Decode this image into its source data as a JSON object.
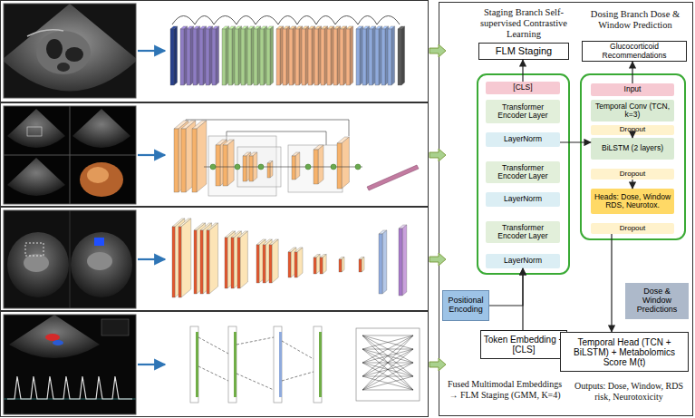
{
  "diagram": {
    "nodes": [
      {
        "text": [
          "FLM Staging"
        ]
      },
      {
        "text": [
          "Glucocorticoid Recommendations"
        ]
      },
      {
        "text": [
          "[CLS]"
        ]
      },
      {
        "text": [
          "Transformer Encoder Layer"
        ]
      },
      {
        "text": [
          "LayerNorm"
        ]
      },
      {
        "text": [
          "Transformer Encoder Layer"
        ]
      },
      {
        "text": [
          "LayerNorm"
        ]
      },
      {
        "text": [
          "Transformer Encoder Layer"
        ]
      },
      {
        "text": [
          "LayerNorm"
        ]
      },
      {
        "text": [
          "Positional Encoding"
        ]
      },
      {
        "text": [
          "Token Embedding + [CLS]"
        ]
      },
      {
        "text": [
          "Input"
        ]
      },
      {
        "text": [
          "Temporal Conv (TCN, k=3)"
        ]
      },
      {
        "text": [
          "Dropout"
        ]
      },
      {
        "text": [
          "BiLSTM (2 layers)"
        ]
      },
      {
        "text": [
          "Dropout"
        ]
      },
      {
        "text": [
          "Heads: Dose, Window RDS, Neurotox."
        ]
      },
      {
        "text": [
          "Dropout"
        ]
      },
      {
        "text": [
          "Dose & Window Predictions"
        ]
      },
      {
        "text": [
          "Temporal Head (TCN + BiLSTM) + Metabolomics Score M(t)"
        ]
      }
    ],
    "edges": [
      {
        "from": 2,
        "to": 0,
        "arrow": "to"
      },
      {
        "from": 11,
        "to": 1,
        "arrow": "to"
      },
      {
        "from": 10,
        "to": 8,
        "arrow": "to"
      },
      {
        "from": 9,
        "to": 8,
        "arrow": "to"
      },
      {
        "from": 4,
        "to": 14,
        "arrow": "to"
      },
      {
        "from": 13,
        "to": 14,
        "arrow": "to"
      },
      {
        "from": 15,
        "to": 16,
        "arrow": "to"
      },
      {
        "from": 17,
        "to": 19,
        "arrow": "to"
      }
    ],
    "labels": [
      "Staging Branch Self-supervised Contrastive Learning",
      "Dosing Branch Dose & Window Prediction",
      "Fused Multimodal Embeddings → FLM Staging (GMM, K=4)",
      "Outputs: Dose, Window, RDS risk, Neurotoxicity"
    ]
  }
}
